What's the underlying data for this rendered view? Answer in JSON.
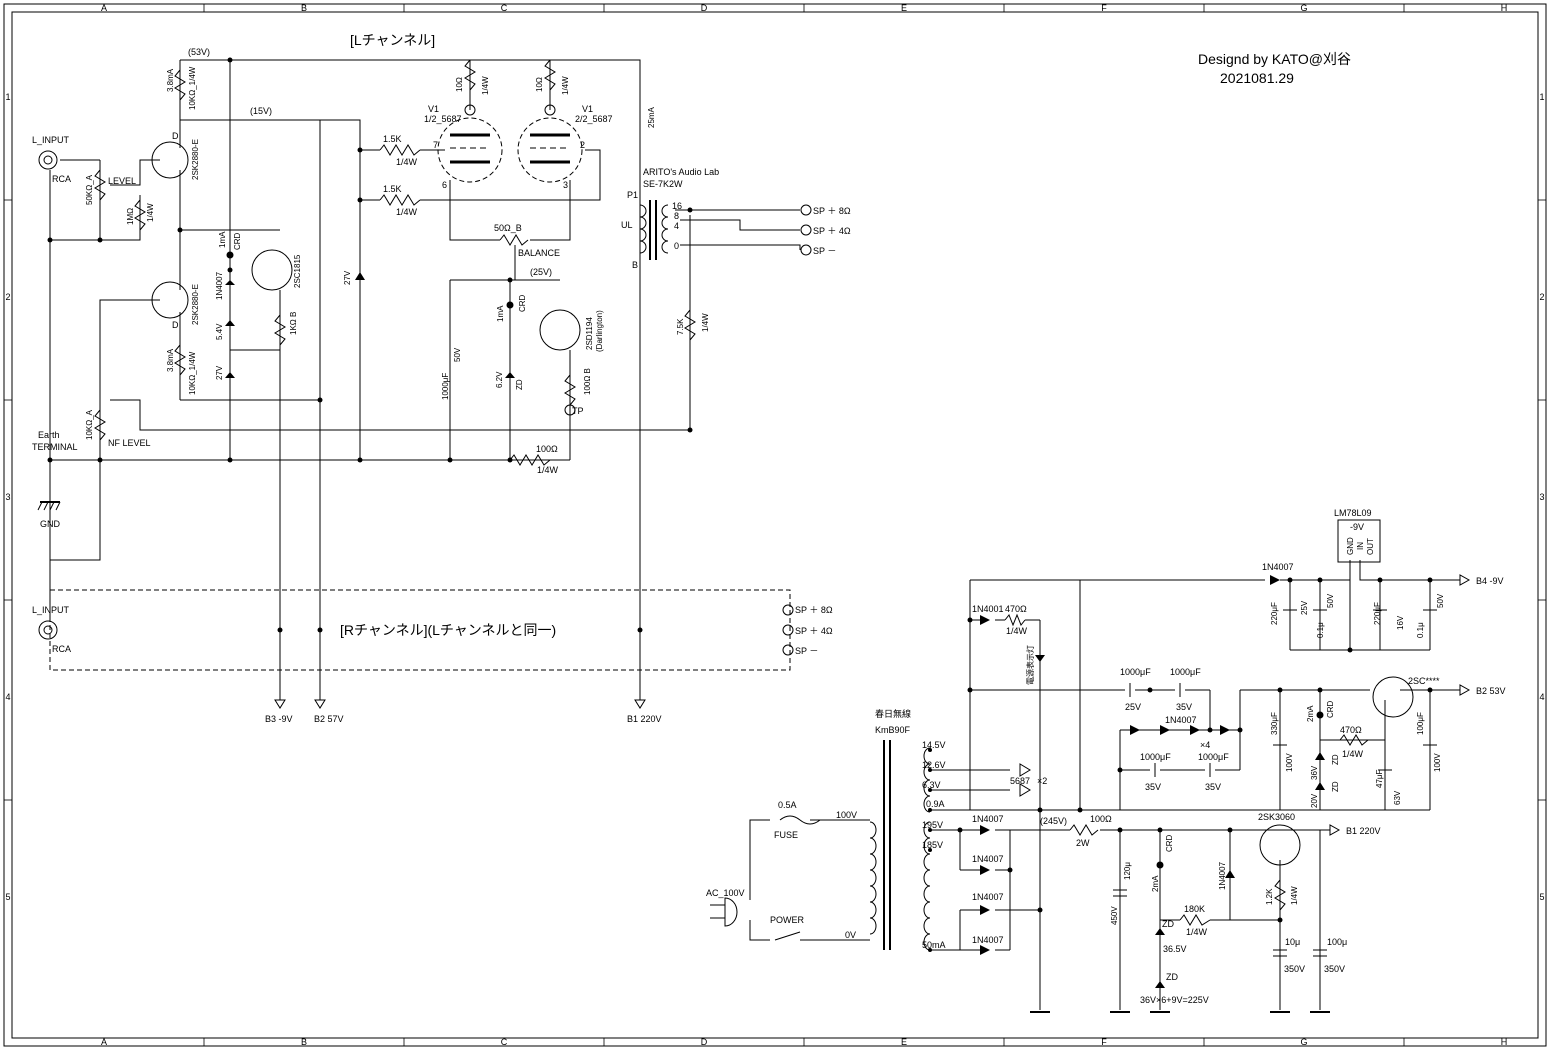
{
  "frame": {
    "cols": [
      "A",
      "B",
      "C",
      "D",
      "E",
      "F",
      "G",
      "H"
    ],
    "rows": [
      "1",
      "2",
      "3",
      "4",
      "5"
    ]
  },
  "title": {
    "designer": "Designd by KATO@刈谷",
    "date": "2021081.29"
  },
  "sections": {
    "l_channel": "[Lチャンネル]",
    "r_channel": "[Rチャンネル](Lチャンネルと同一)"
  },
  "inputs": {
    "l_input": "L_INPUT",
    "l_rca": "RCA",
    "r_input": "L_INPUT",
    "r_rca": "RCA",
    "earth": "Earth",
    "terminal": "TERMINAL",
    "gnd": "GND"
  },
  "front_end": {
    "v53": "(53V)",
    "v15": "(15V)",
    "cur_top": "3.8mA",
    "r_top": "10KΩ_1/4W",
    "level_pot": "50KΩ_A",
    "level": "LEVEL",
    "r1m": "1MΩ",
    "r1m_w": "1/4W",
    "fet_top": "2SK2880-E",
    "fet_bot": "2SK2880-E",
    "ma1": "1mA",
    "crd1": "CRD",
    "d1n4007": "1N4007",
    "z54": "5.4V",
    "tr2sc": "2SC1815",
    "pot1k": "1KΩ B",
    "cur_bot": "3.8mA",
    "r_bot": "10KΩ_1/4W",
    "z27a": "27V",
    "nf_pot": "10KΩ_A",
    "nf_level": "NF LEVEL",
    "z27b": "27V",
    "d_label": "D",
    "s_label": "D"
  },
  "tubes": {
    "v1": "V1",
    "v1a": "1/2_5687",
    "v1b": "2/2_5687",
    "r10a": "10Ω",
    "r10a_w": "1/4W",
    "r10b": "10Ω",
    "r10b_w": "1/4W",
    "r15a": "1.5K",
    "r15a_w": "1/4W",
    "r15b": "1.5K",
    "r15b_w": "1/4W",
    "pin7": "7",
    "pin6": "6",
    "pin2": "2",
    "pin3": "3",
    "bal_pot": "50Ω_B",
    "balance": "BALANCE"
  },
  "ccs": {
    "v25": "(25V)",
    "ma": "1mA",
    "crd": "CRD",
    "cap": "1000μF",
    "cap_v": "50V",
    "zd": "6.2V",
    "zd_lbl": "ZD",
    "tr": "2SD1194",
    "tr_note": "(Darlington)",
    "pot": "100Ω B",
    "tp": "TP",
    "r100": "100Ω",
    "r100_w": "1/4W"
  },
  "output": {
    "cur": "25mA",
    "brand": "ARITO's Audio Lab",
    "model": "SE-7K2W",
    "p1": "P1",
    "ul": "UL",
    "b": "B",
    "tap16": "16",
    "tap8": "8",
    "tap4": "4",
    "tap0": "0",
    "sp8": "SP ＋ 8Ω",
    "sp4": "SP ＋ 4Ω",
    "spm": "SP －",
    "r75": "7.5K",
    "r75_w": "1/4W",
    "rsp8": "SP ＋ 8Ω",
    "rsp4": "SP ＋ 4Ω",
    "rspm": "SP －"
  },
  "rails": {
    "b3": "B3 -9V",
    "b2": "B2 57V",
    "b1": "B1 220V"
  },
  "psu": {
    "reg": "LM78L09",
    "reg_v": "-9V",
    "reg_gnd": "GND",
    "reg_in": "IN",
    "reg_out": "OUT",
    "d_top": "1N4007",
    "c220a": "220μF",
    "c220a_v": "25V",
    "c01a": "0.1μ",
    "c01a_v": "50V",
    "c220b": "220μF",
    "c220b_v": "16V",
    "c01b": "0.1μ",
    "c01b_v": "50V",
    "b4": "B4 -9V",
    "d4001": "1N4001",
    "r470": "470Ω",
    "r470_w": "1/4W",
    "led": "電源表示灯",
    "c1000a": "1000μF",
    "c1000a_v": "25V",
    "c1000b": "1000μF",
    "c1000b_v": "35V",
    "mult_d": "1N4007",
    "x4": "×4",
    "c1000c": "1000μF",
    "c1000c_v": "35V",
    "c1000d": "1000μF",
    "c1000d_v": "35V",
    "c330": "330μF",
    "c330_v": "100V",
    "ma2": "2mA",
    "crd2": "CRD",
    "z36": "36V",
    "z36_lbl": "ZD",
    "z20": "20V",
    "z20_lbl": "ZD",
    "r470b": "470Ω",
    "r470b_w": "1/4W",
    "c47": "47μF",
    "c47_v": "63V",
    "c100": "100μF",
    "c100_v": "100V",
    "tr2sc": "2SC****",
    "b2": "B2 53V",
    "trans_mfr": "春日無線",
    "trans_model": "KmB90F",
    "t145": "14.5V",
    "t126": "12.6V",
    "t63": "6.3V",
    "t09": "0.9A",
    "heater": "5687",
    "heater_x": "×2",
    "fuse_a": "0.5A",
    "fuse": "FUSE",
    "ac": "AC_100V",
    "power": "POWER",
    "p100": "100V",
    "p0": "0V",
    "t195": "195V",
    "t185": "185V",
    "t50": "50mA",
    "d1": "1N4007",
    "d2": "1N4007",
    "d3": "1N4007",
    "d4": "1N4007",
    "v245": "(245V)",
    "r100": "100Ω",
    "r100_w": "2W",
    "c120": "120μ",
    "c120_v": "450V",
    "ma3": "2mA",
    "crd3": "CRD",
    "zd1": "ZD",
    "zd1_v": "36.5V",
    "zd2": "ZD",
    "zd_sum": "36V×6+9V=225V",
    "r180": "180K",
    "r180_w": "1/4W",
    "d5": "1N4007",
    "mos": "2SK3060",
    "r12k": "1.2K",
    "r12k_w": "1/4W",
    "c10": "10μ",
    "c10_v": "350V",
    "c100u": "100μ",
    "c100u_v": "350V",
    "b1": "B1 220V"
  }
}
